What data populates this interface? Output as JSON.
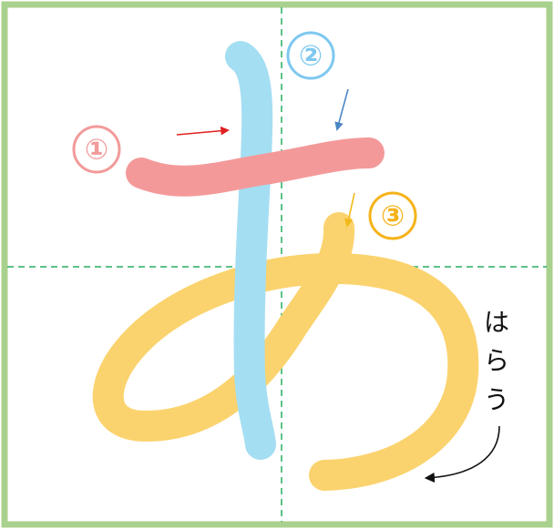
{
  "colors": {
    "frame": "#a9d18e",
    "guide": "#27ae60",
    "stroke1": "#f4999a",
    "stroke2": "#a4def2",
    "stroke3": "#fbd36e",
    "label1": "#f29a9a",
    "label2": "#7ec8f0",
    "label3": "#f5b31a",
    "arrow1": "#e02020",
    "arrow2": "#4a86c5",
    "arrow3": "#f1b91a",
    "annotation": "#111111"
  },
  "strokes": [
    {
      "order": 1,
      "number_label": "①",
      "color_key": "stroke1"
    },
    {
      "order": 2,
      "number_label": "②",
      "color_key": "stroke2"
    },
    {
      "order": 3,
      "number_label": "③",
      "color_key": "stroke3"
    }
  ],
  "annotation": {
    "label": "はらう",
    "chars": [
      "は",
      "ら",
      "う"
    ]
  }
}
